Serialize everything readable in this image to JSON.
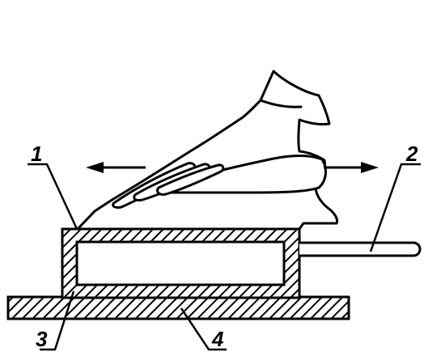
{
  "labels": {
    "label_1": "1",
    "label_2": "2",
    "label_3": "3",
    "label_4": "4"
  },
  "colors": {
    "ink": "#000000",
    "paper": "#ffffff"
  }
}
